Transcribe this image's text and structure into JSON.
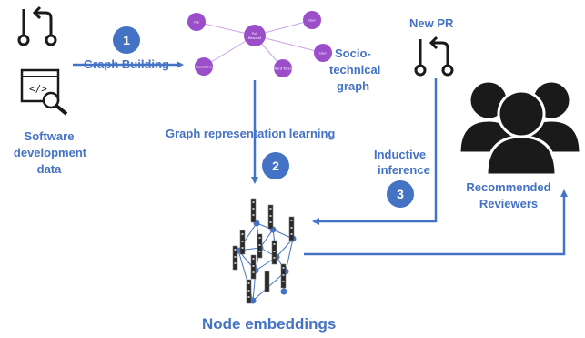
{
  "labels": {
    "graph_building": "Graph Building",
    "socio_line1": "Socio-",
    "socio_line2": "technical",
    "socio_line3": "graph",
    "software_line1": "Software",
    "software_line2": "development",
    "software_line3": "data",
    "graph_rep_learning": "Graph representation learning",
    "inductive_line1": "Inductive",
    "inductive_line2": "inference",
    "new_pr": "New PR",
    "recommended_line1": "Recommended",
    "recommended_line2": "Reviewers",
    "node_embeddings": "Node embeddings"
  },
  "badges": {
    "one": "1",
    "two": "2",
    "three": "3"
  },
  "graph_nodes": {
    "center": "Pull Request",
    "file": "File",
    "user_top": "User",
    "user_right": "User",
    "repository": "Repository",
    "word_token": "Word Token"
  },
  "icons": [
    "pull-request-icon",
    "code-search-icon",
    "users-group-icon"
  ],
  "colors": {
    "accent": "#4472c4",
    "node_purple": "#9b4dca",
    "edge": "#c9a3e6"
  }
}
